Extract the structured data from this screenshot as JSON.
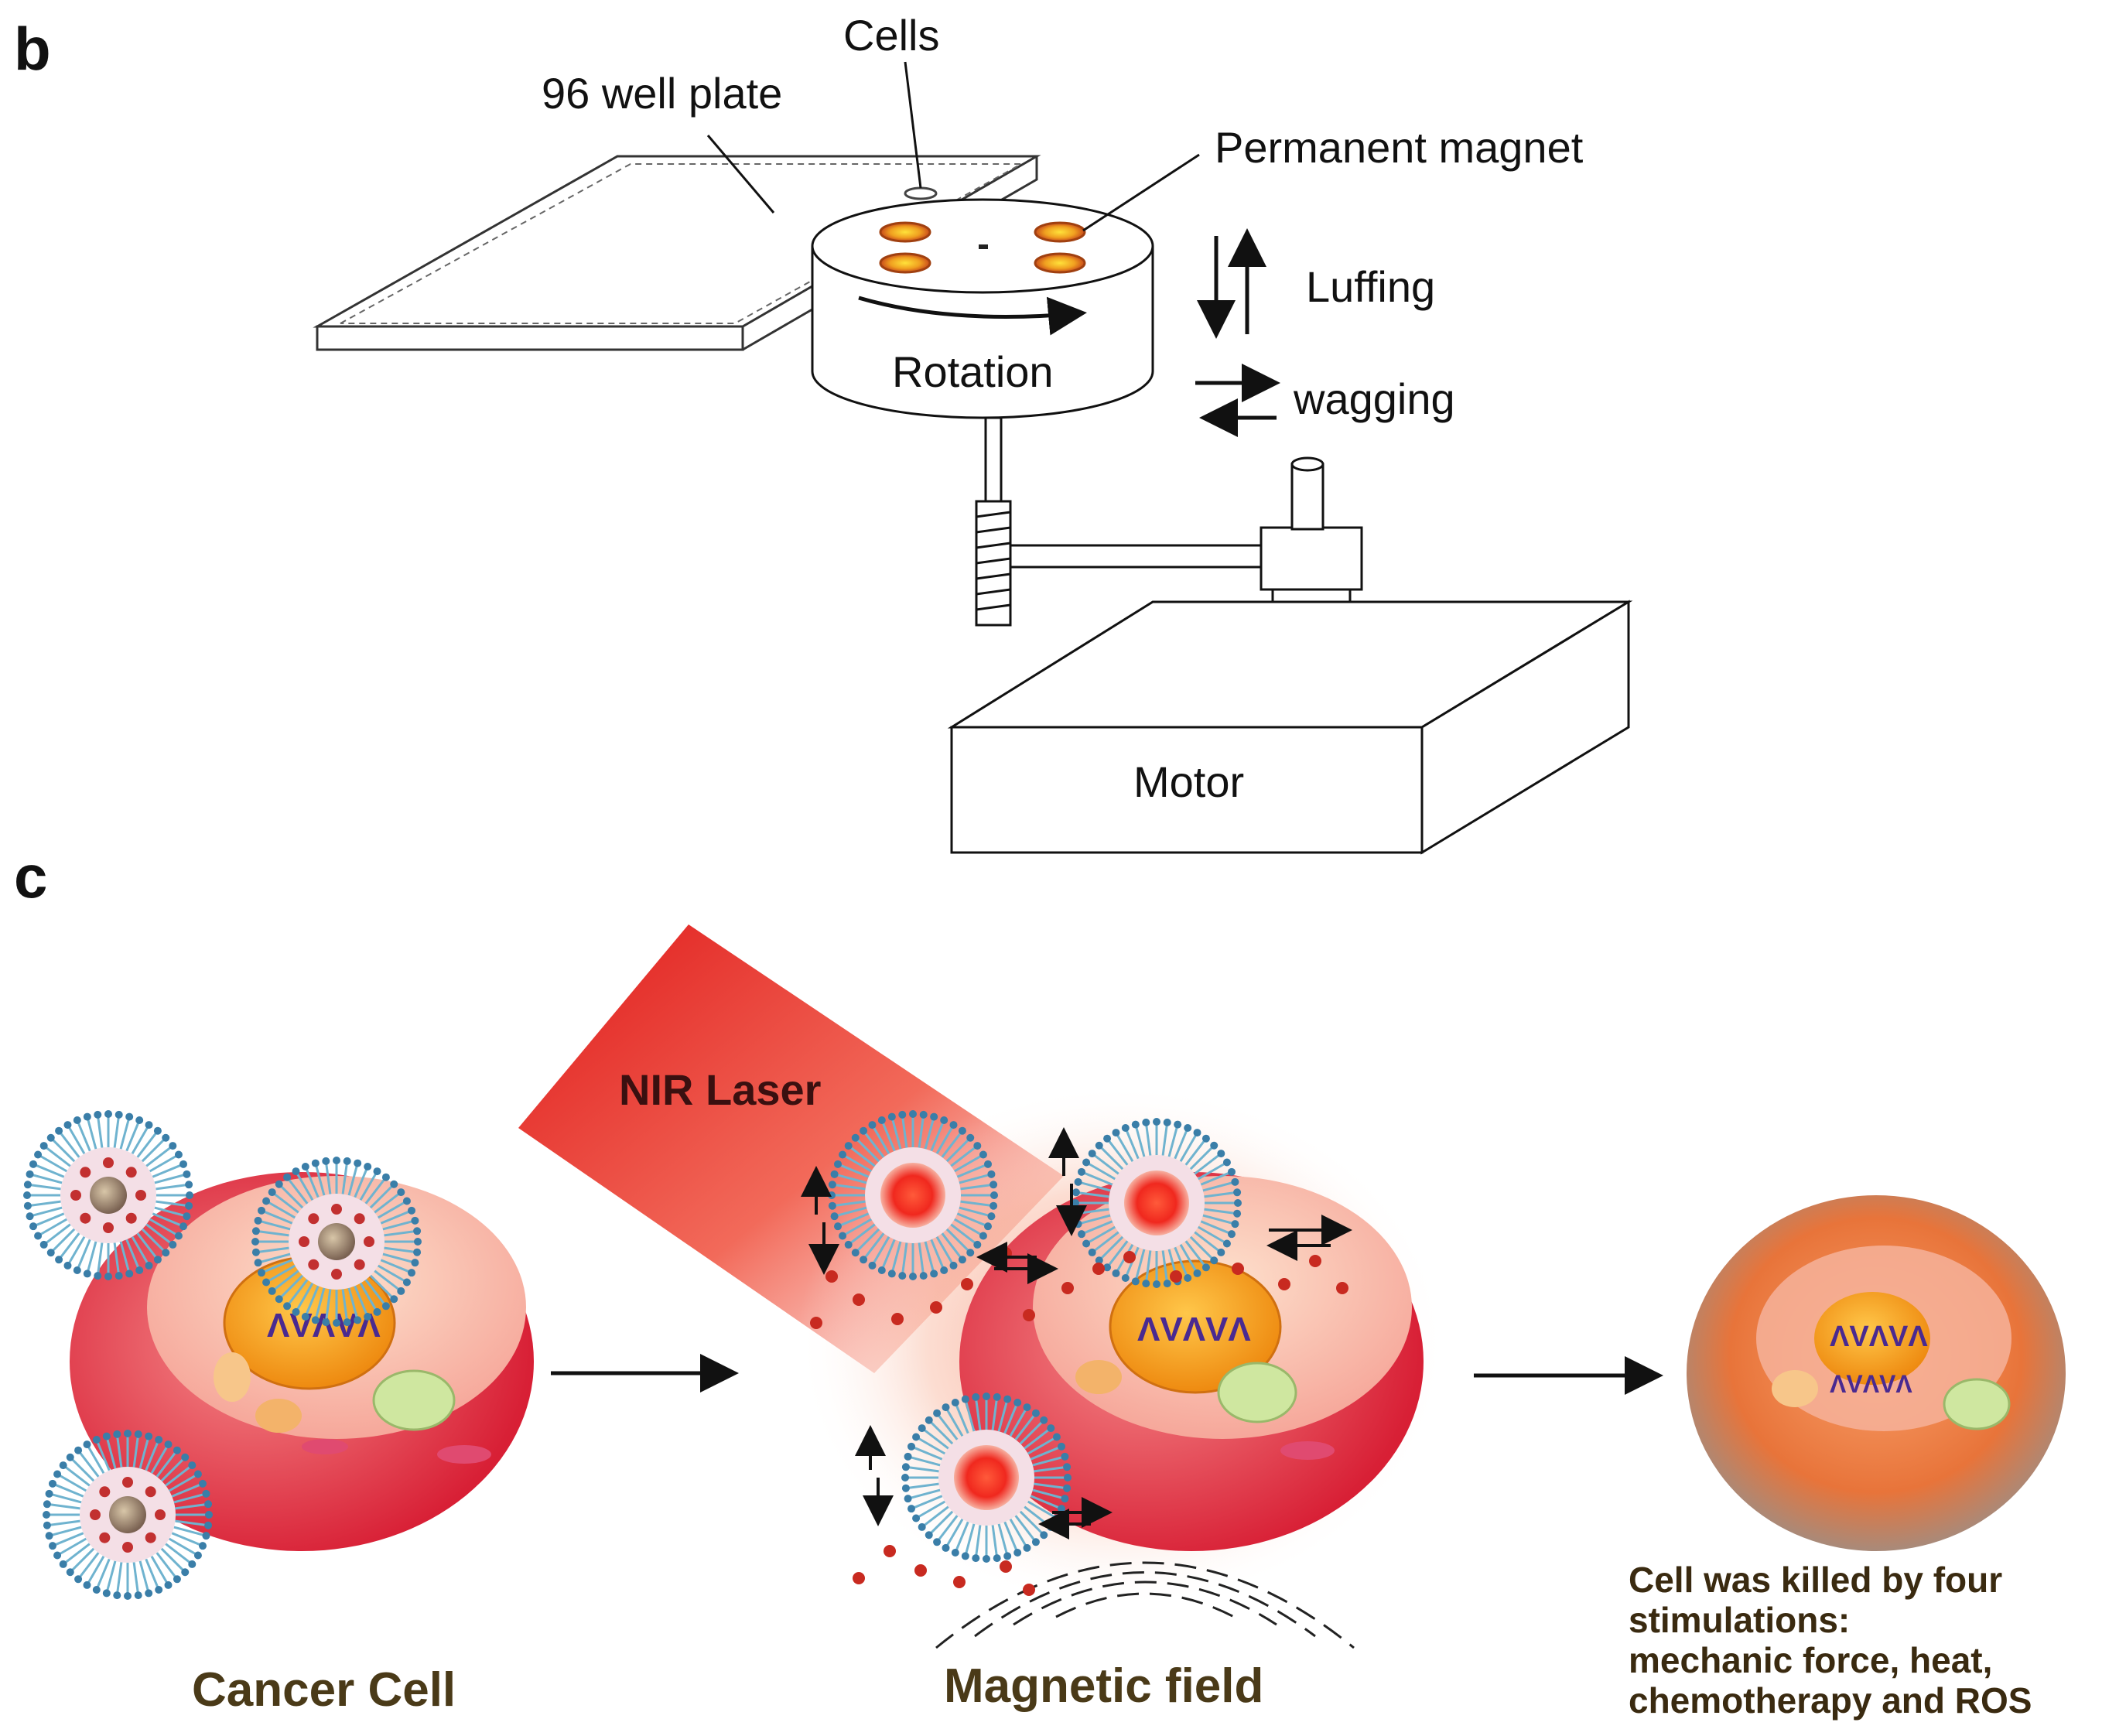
{
  "panel_b": {
    "letter": "b",
    "labels": {
      "cells": "Cells",
      "well_plate": "96 well plate",
      "magnet": "Permanent magnet",
      "luffing": "Luffing",
      "rotation": "Rotation",
      "wagging": "wagging",
      "motor": "Motor"
    }
  },
  "panel_c": {
    "letter": "c",
    "labels": {
      "laser": "NIR Laser",
      "cancer_cell": "Cancer Cell",
      "magnetic_field": "Magnetic field"
    },
    "caption_lines": [
      "Cell  was killed by four",
      "stimulations:",
      "mechanic force, heat,",
      "chemotherapy and ROS"
    ],
    "dna_glyph": "ΛVΛVΛ"
  },
  "colors": {
    "line": "#111111",
    "cell_red": "#e5303a",
    "nucleus_orange": "#f39a1e",
    "laser_red": "#e52b2b",
    "micelle_blue": "#5aa7c8",
    "dna_purple": "#4a2a90"
  }
}
